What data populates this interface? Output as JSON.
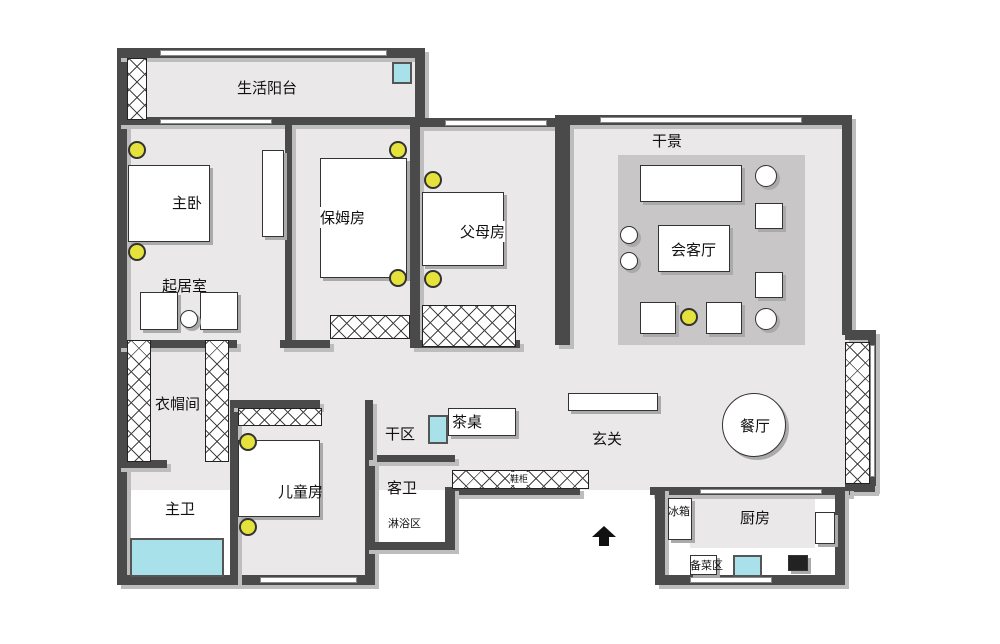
{
  "rooms": {
    "balcony": "生活阳台",
    "master_bedroom": "主卧",
    "nanny_room": "保姆房",
    "parents_room": "父母房",
    "dry_landscape": "干景",
    "reception_hall": "会客厅",
    "living_room": "起居室",
    "cloakroom": "衣帽间",
    "dining_room": "餐厅",
    "tea_table": "茶桌",
    "dry_area": "干区",
    "foyer": "玄关",
    "kids_room": "儿童房",
    "guest_bath": "客卫",
    "shower_area": "淋浴区",
    "master_bath": "主卫",
    "kitchen": "厨房"
  },
  "fixtures": {
    "fridge": "冰箱",
    "prep_area": "备菜区",
    "shoe_cabinet": "鞋柜"
  },
  "entrance_arrow": "entrance-arrow-icon"
}
